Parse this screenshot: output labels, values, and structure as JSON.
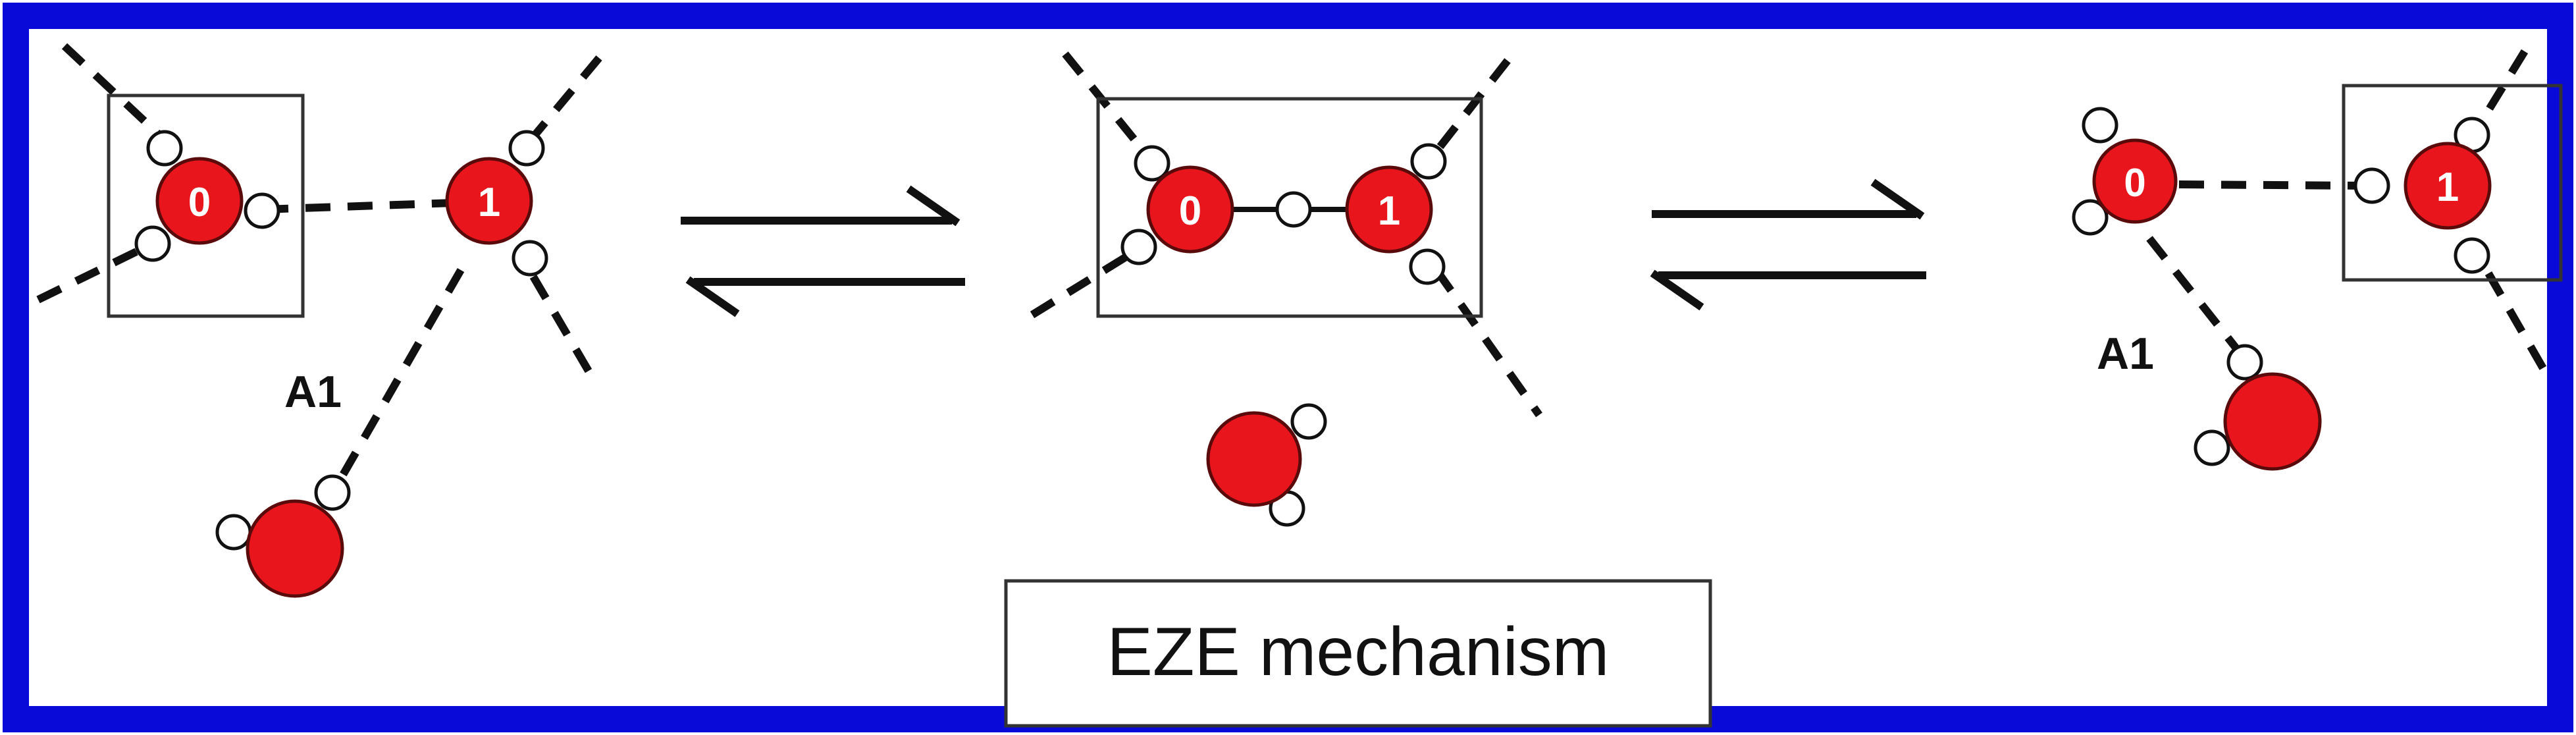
{
  "diagram": {
    "caption": "EZE mechanism",
    "colors": {
      "frame": "#0a0ad8",
      "oxygen": "#e8161c",
      "oxygen_outline": "#5a0a0a",
      "hydrogen": "#ffffff",
      "line": "#111111",
      "box": "#333333",
      "oxygen_label": "#ffffff"
    },
    "panels": [
      {
        "oxygen_labels": [
          "0",
          "1"
        ],
        "acceptor_label": "A1"
      },
      {
        "oxygen_labels": [
          "0",
          "1"
        ]
      },
      {
        "oxygen_labels": [
          "0",
          "1"
        ],
        "acceptor_label": "A1"
      }
    ]
  }
}
